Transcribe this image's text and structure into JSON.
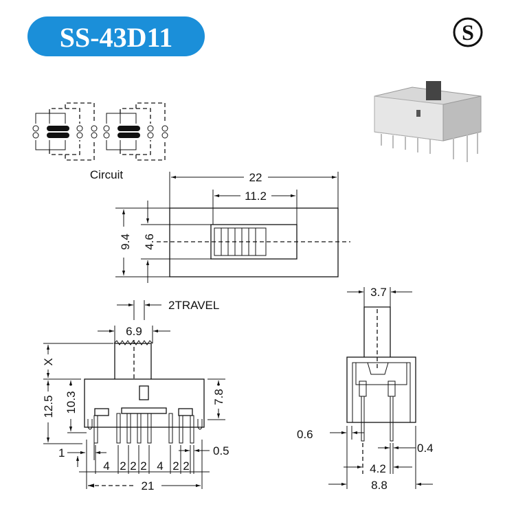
{
  "title": "SS-43D11",
  "brand_mark": "S",
  "colors": {
    "badge": "#1b8fd9",
    "ink": "#111111"
  },
  "circuit": {
    "label": "Circuit"
  },
  "top_view": {
    "length": "22",
    "slot": "11.2",
    "height": "9.4",
    "slot_height": "4.6"
  },
  "front_view": {
    "travel": "2TRAVEL",
    "actuator_width": "6.9",
    "actuator_height": "X",
    "total_height": "12.5",
    "body_height": "10.3",
    "side_height": "7.8",
    "pin_offset": "1",
    "pin_width": "0.5",
    "pitches": [
      "4",
      "2",
      "2",
      "2",
      "4",
      "2",
      "2"
    ],
    "width": "21"
  },
  "side_view": {
    "actuator_width": "3.7",
    "pin_thick": "0.6",
    "pin_width": "0.4",
    "pin_spacing": "4.2",
    "width": "8.8"
  }
}
